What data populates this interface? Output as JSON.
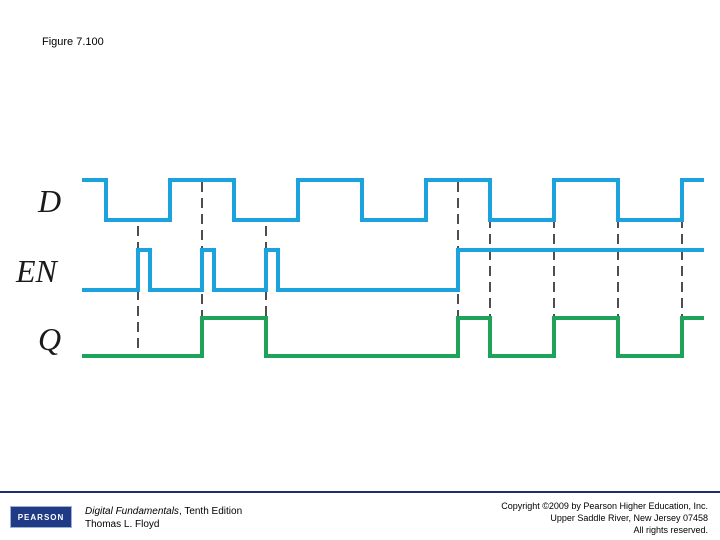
{
  "figure": {
    "title": "Figure 7.100"
  },
  "signals": [
    {
      "name": "D",
      "color": "#1aa3dd"
    },
    {
      "name": "EN",
      "color": "#1aa3dd"
    },
    {
      "name": "Q",
      "color": "#1fa25a"
    }
  ],
  "footer": {
    "logo_text": "PEARSON",
    "book_title": "Digital Fundamentals",
    "book_edition": ", Tenth Edition",
    "author": "Thomas L. Floyd",
    "copyright_line1": "Copyright ©2009 by Pearson Higher Education, Inc.",
    "copyright_line2": "Upper Saddle River, New Jersey 07458",
    "copyright_line3": "All rights reserved."
  }
}
